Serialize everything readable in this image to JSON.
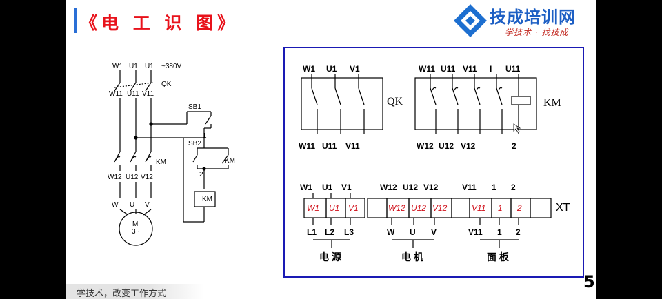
{
  "header": {
    "title": "《电 工 识 图》"
  },
  "logo": {
    "name": "技成培训网",
    "tagline": "学技术 · 找技成"
  },
  "footer": {
    "slogan": "学技术，改变工作方式"
  },
  "page_number": "5",
  "schematic": {
    "supply_top": [
      "W1",
      "U1",
      "U1"
    ],
    "voltage": "~380V",
    "switch_label": "QK",
    "after_switch": [
      "W11",
      "U11",
      "V11"
    ],
    "sb1": "SB1",
    "sb2": "SB2",
    "node1": "1",
    "node2": "2",
    "km_main": "KM",
    "km_aux": "KM",
    "after_contactor": [
      "W12",
      "U12",
      "V12"
    ],
    "motor_terminals": [
      "W",
      "U",
      "V"
    ],
    "km_coil": "KM",
    "motor_name": "M",
    "motor_phase": "3~"
  },
  "wiring": {
    "qk_top": [
      "W1",
      "U1",
      "V1"
    ],
    "qk_label": "QK",
    "qk_bottom": [
      "W11",
      "U11",
      "V11"
    ],
    "km_top": [
      "W11",
      "U11",
      "V11",
      "I",
      "U11"
    ],
    "km_label": "KM",
    "km_bottom": [
      "W12",
      "U12",
      "V12",
      "2"
    ],
    "terminal_top": [
      "W1",
      "U1",
      "V1",
      "W12",
      "U12",
      "V12",
      "V11",
      "1",
      "2"
    ],
    "terminal_cells": [
      "W1",
      "U1",
      "V1",
      "W12",
      "U12",
      "V12",
      "V11",
      "1",
      "2"
    ],
    "terminal_block_label": "XT",
    "terminal_bottom": [
      "L1",
      "L2",
      "L3",
      "W",
      "U",
      "V",
      "V11",
      "1",
      "2"
    ],
    "group_labels": [
      "电 源",
      "电 机",
      "面 板"
    ],
    "colors": {
      "frame": "#1a1ab4",
      "cell_text": "#d0101a"
    }
  }
}
